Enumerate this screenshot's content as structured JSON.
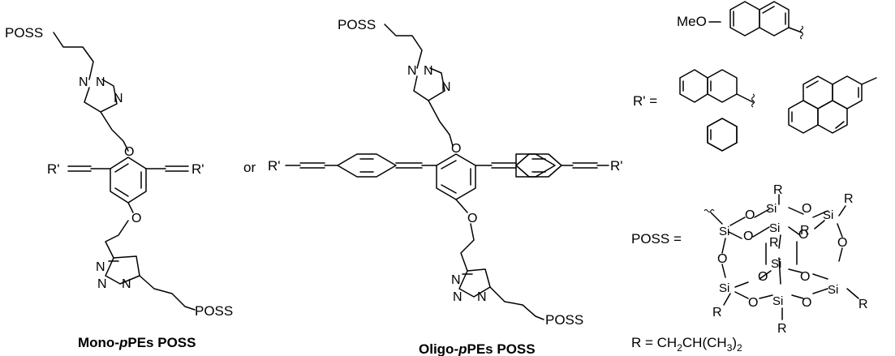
{
  "labels": {
    "poss": "POSS",
    "or": "or",
    "r_prime": "R'",
    "r_prime_eq": "R' =",
    "poss_eq": "POSS =",
    "meo": "MeO",
    "r": "R",
    "si": "Si",
    "o": "O",
    "n": "N",
    "r_def_prefix": "R = CH",
    "r_def_sub2": "2",
    "r_def_mid": "CH(CH",
    "r_def_sub3": "3",
    "r_def_suffix": ")",
    "r_def_sub_end": "2"
  },
  "captions": {
    "mono_pre": "Mono-",
    "mono_italic": "p",
    "mono_post": "PEs POSS",
    "oligo_pre": "Oligo-",
    "oligo_italic": "p",
    "oligo_post": "PEs POSS"
  }
}
